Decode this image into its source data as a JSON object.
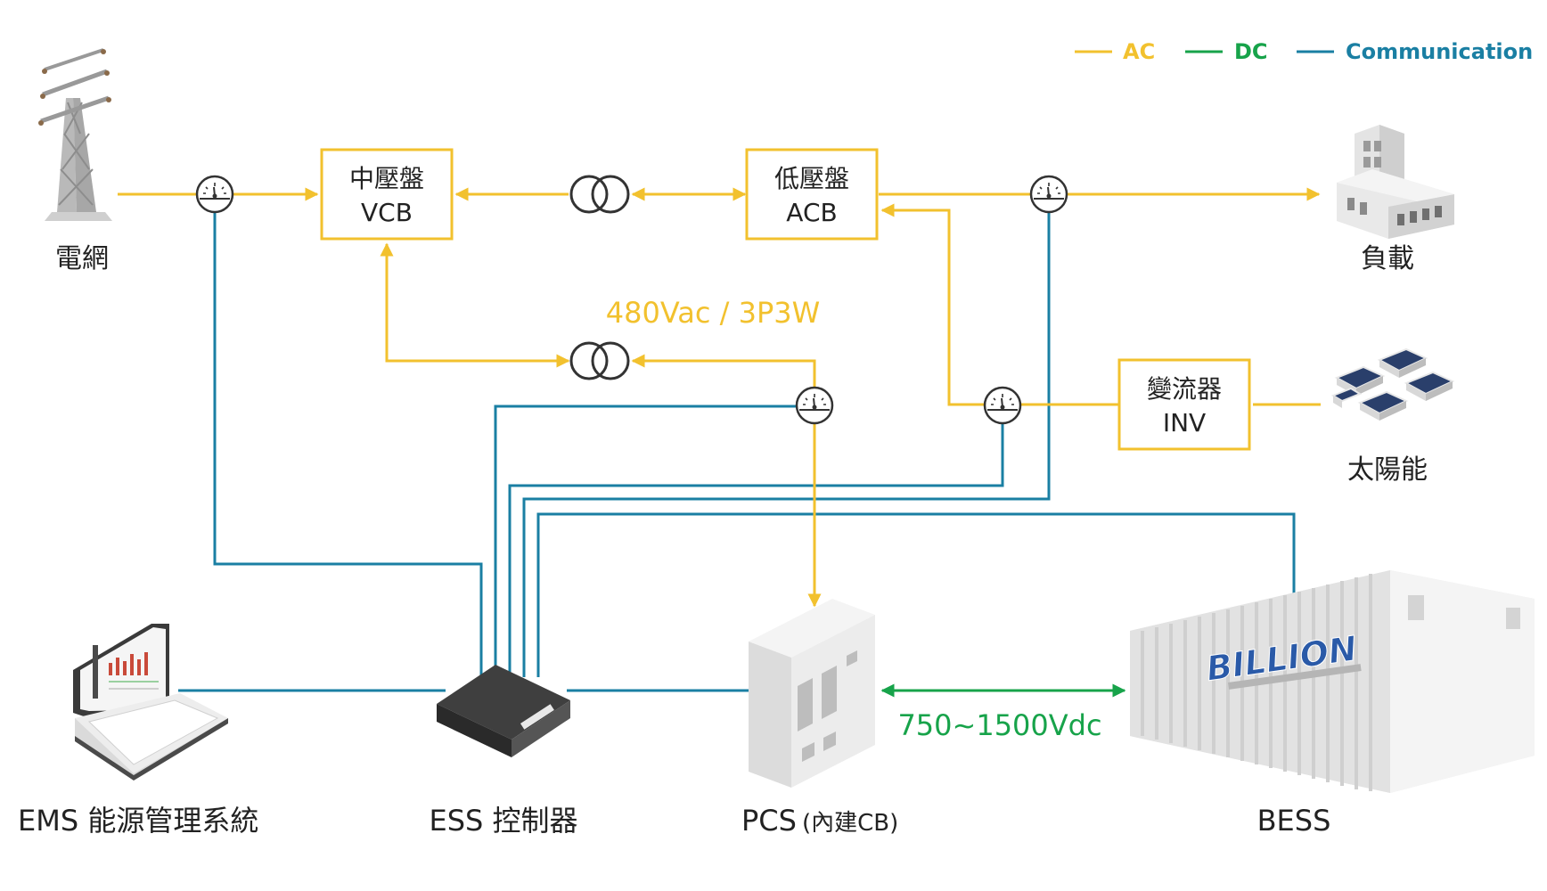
{
  "legend": {
    "ac_label": "AC",
    "dc_label": "DC",
    "comm_label": "Communication",
    "colors": {
      "ac": "#f2c12e",
      "dc": "#17a34a",
      "comm": "#1a7fa3"
    }
  },
  "nodes": {
    "grid": "電網",
    "load": "負載",
    "solar": "太陽能",
    "vcb_line1": "中壓盤",
    "vcb_line2": "VCB",
    "acb_line1": "低壓盤",
    "acb_line2": "ACB",
    "inv_line1": "變流器",
    "inv_line2": "INV",
    "ems": "EMS 能源管理系統",
    "ess": "ESS 控制器",
    "pcs_main": "PCS",
    "pcs_sub": "(內建CB)",
    "bess": "BESS",
    "bess_logo": "BILLION"
  },
  "annotations": {
    "ac_voltage": "480Vac / 3P3W",
    "dc_voltage": "750~1500Vdc"
  },
  "icons": [
    "transmission-tower-icon",
    "transformer-icon",
    "meter-icon",
    "building-icon",
    "solar-panel-icon",
    "laptop-icon",
    "controller-icon",
    "pcs-cabinet-icon",
    "container-icon"
  ]
}
